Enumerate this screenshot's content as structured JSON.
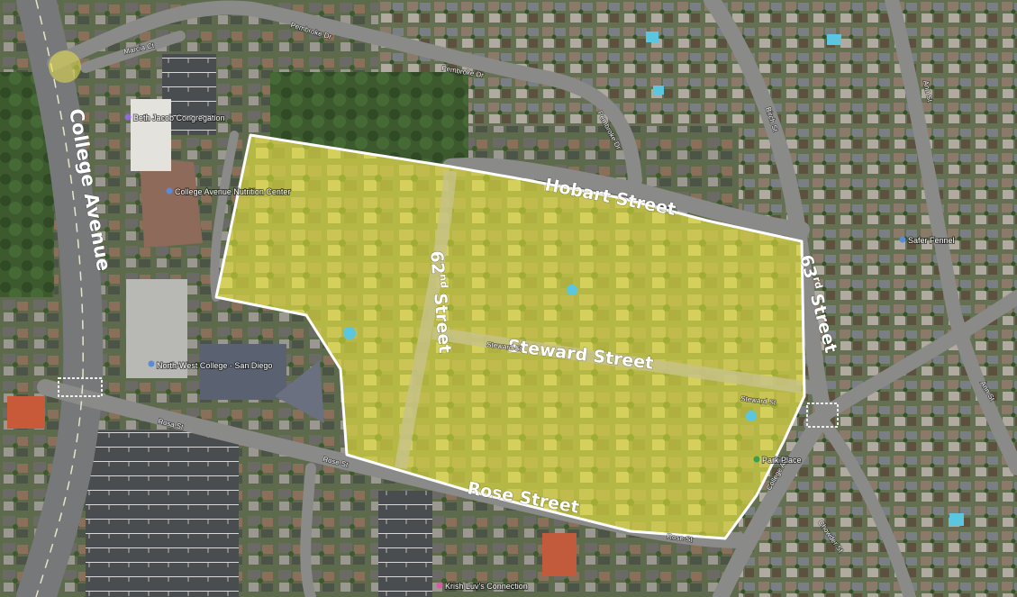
{
  "map": {
    "highlight_color": "#f2ef3c",
    "highlight_outline": "#ffffff",
    "major_street_labels": {
      "college_avenue": "College Avenue",
      "hobart_street": "Hobart Street",
      "street_62nd_num": "62",
      "street_62nd_sup": "nd",
      "street_62nd_word": "Street",
      "street_63rd_num": "63",
      "street_63rd_sup": "rd",
      "street_63rd_word": "Street",
      "steward_street": "Steward Street",
      "rose_street": "Rose Street"
    },
    "minor_street_labels": {
      "pembroke_dr_1": "Pembroke Dr",
      "pembroke_dr_2": "Pembroke Dr",
      "pembroke_dr_3": "Pembroke Dr",
      "marcia_ct": "Marcia Ct",
      "rosa_st": "Rosa St",
      "rose_st_1": "Rose St",
      "rose_st_2": "Rose St",
      "steward_st_1": "Steward St",
      "steward_st_2": "Steward St",
      "ann_st_1": "Ann St",
      "ann_st_2": "Ann St",
      "birch_st": "Birch St",
      "college_ave_small": "College Ave",
      "chowder_st": "Chowder St"
    },
    "points_of_interest": {
      "beth_jacob": "Beth Jacob Congregation",
      "nutrition_center": "College Avenue Nutrition Center",
      "northwest_college": "North-West College - San Diego",
      "safer_fennel": "Safer Fennel",
      "krish": "Krish Luv's Connection",
      "park_place": "Park Place"
    }
  }
}
